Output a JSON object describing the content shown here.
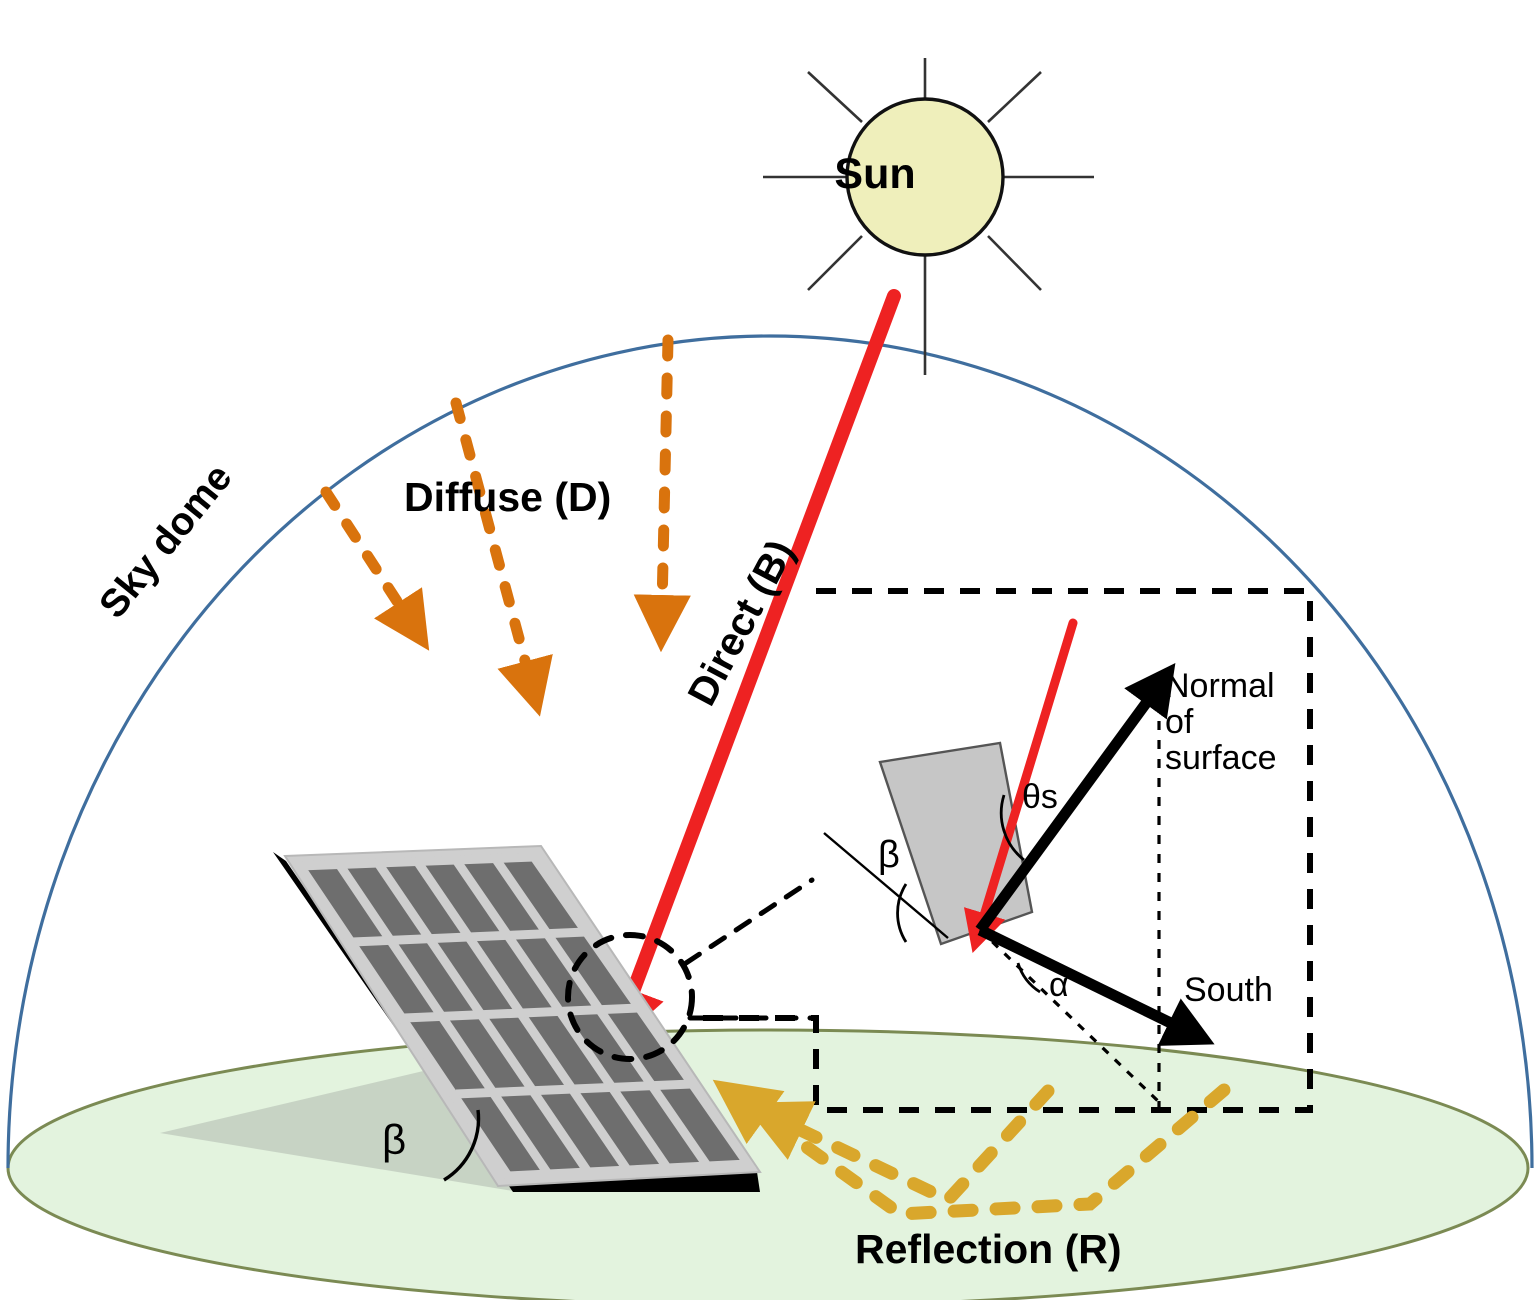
{
  "diagram": {
    "title": "Solar irradiance components on a tilted PV surface",
    "labels": {
      "sun": "Sun",
      "diffuse": "Diffuse (D)",
      "direct": "Direct (B)",
      "reflection": "Reflection (R)",
      "sky_dome": "Sky dome",
      "normal_of_surface": "Normal\nof\nsurface",
      "south": "South",
      "theta_s": "θs",
      "alpha_inset": "α",
      "beta_inset": "β",
      "beta_main": "β"
    },
    "colors": {
      "sun_fill": "#efefbb",
      "sun_stroke": "#111111",
      "sky_dome_arc": "#3f6e9e",
      "ground_fill": "#e3f3de",
      "ground_stroke": "#7b8a53",
      "direct_beam": "#ee2222",
      "diffuse_beam": "#d9730d",
      "reflection_beam": "#d9a72c",
      "panel_cell": "#6e6e6e",
      "panel_frame": "#c9c9c9",
      "panel_edge": "#000000",
      "inset_panel_fill": "#c6c6c6",
      "callout_dash": "#000000",
      "text": "#000000"
    },
    "components": {
      "sun_rays": 8,
      "diffuse_arrows": 3,
      "reflection_paths": 2,
      "panel_cell_columns": 6,
      "panel_cell_rows": 4
    }
  }
}
